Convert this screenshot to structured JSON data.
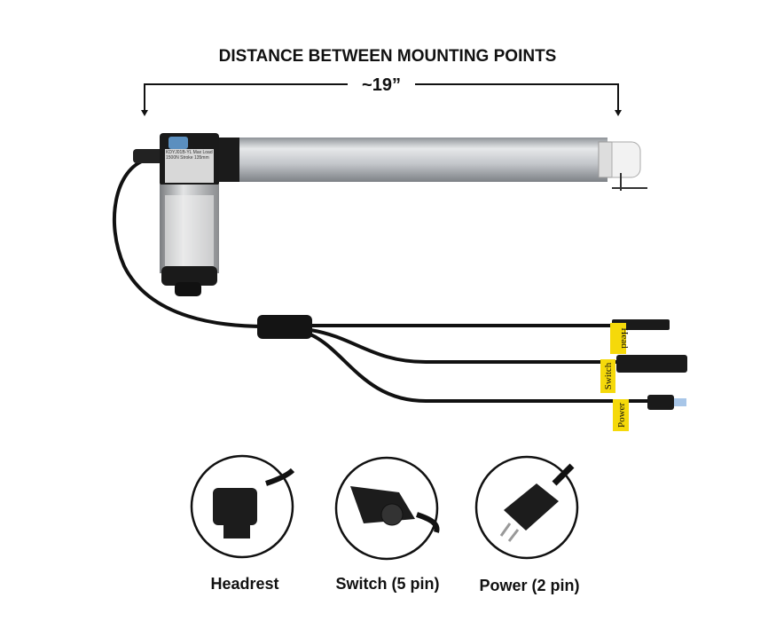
{
  "header": {
    "title": "DISTANCE BETWEEN MOUNTING POINTS",
    "measurement": "~19”"
  },
  "cable_tags": [
    {
      "label": "Head",
      "color": "#f5d90a"
    },
    {
      "label": "Switch",
      "color": "#f5d90a"
    },
    {
      "label": "Power",
      "color": "#f5d90a"
    }
  ],
  "connectors": [
    {
      "label": "Headrest"
    },
    {
      "label": "Switch (5 pin)"
    },
    {
      "label": "Power (2 pin)"
    }
  ],
  "motor_label_text": "KDYJ01B-YL Max Load 1500N Stroke 135mm",
  "colors": {
    "tube": "#c9ccd0",
    "cable": "#111111",
    "tag": "#f5d90a"
  }
}
